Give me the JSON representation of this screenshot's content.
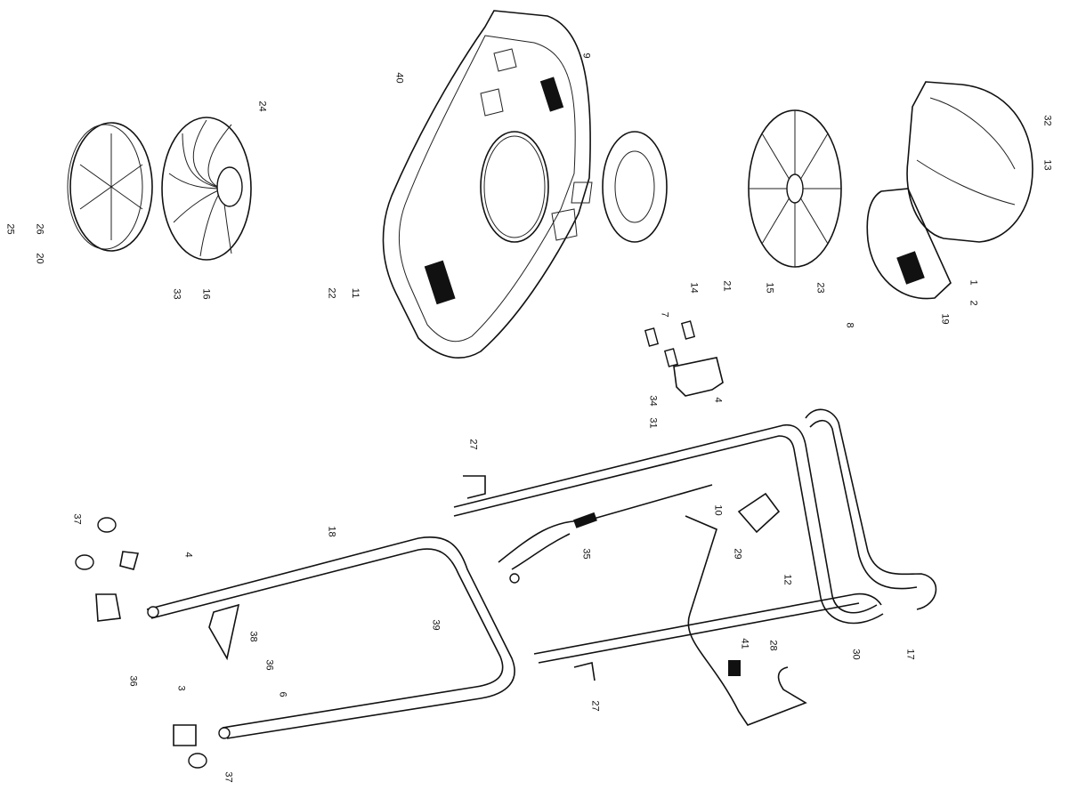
{
  "diagram": {
    "labels": [
      "40",
      "9",
      "24",
      "32",
      "13",
      "25",
      "26",
      "20",
      "33",
      "16",
      "22",
      "11",
      "14",
      "21",
      "15",
      "23",
      "1",
      "2",
      "19",
      "8",
      "7",
      "34",
      "4",
      "31",
      "27",
      "37",
      "4",
      "18",
      "10",
      "35",
      "29",
      "12",
      "38",
      "39",
      "36",
      "3",
      "6",
      "37",
      "41",
      "28",
      "30",
      "17",
      "27"
    ]
  },
  "colors": {
    "ink": "#111111",
    "paper": "#ffffff"
  }
}
